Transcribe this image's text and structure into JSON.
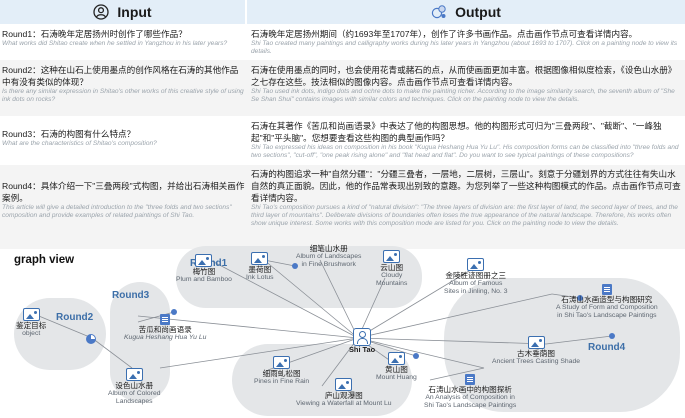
{
  "table": {
    "input_header": "Input",
    "output_header": "Output",
    "rows": [
      {
        "input_zh": "Round1：石涛晚年定居扬州时创作了哪些作品？",
        "input_en": "What works did Shitao create when he settled in Yangzhou in his later years?",
        "output_zh": "石涛晚年定居扬州期间（约1693年至1707年），创作了许多书画作品。点击画作节点可查看详情内容。",
        "output_en": "Shi Tao created many paintings and calligraphy works during his later years in Yangzhou (about 1693 to 1707). Click on a painting node to view its details."
      },
      {
        "input_zh": "Round2：这种在山石上使用墨点的创作风格在石涛的其他作品中有没有类似的体现？",
        "input_en": "Is there any similar expression in Shitao's other works of this creative style of using ink dots on rocks?",
        "output_zh": "石涛在使用墨点的同时，也会使用花青或赭石的点，从而使画面更加丰富。根据图像相似度检索，《设色山水册》之七存在这些。技法相似的图像内容。点击画作节点可查看详情内容。",
        "output_en": "Shi Tao used ink dots, indigo dots and ochre dots to make the painting richer. According to the image similarity search, the seventh album of \"She Se Shan Shui\" contains images with similar colors and techniques. Click on the painting node to view the details."
      },
      {
        "input_zh": "Round3：石涛的构图有什么特点？",
        "input_en": "What are the characteristics of Shitao's composition?",
        "output_zh": "石涛在其著作《苦瓜和尚画语录》中表达了他的构图思想。他的构图形式可归为\"三叠两段\"、\"截断\"、\"一峰独起\"和\"平头脑\"。您想要查看这些构图的典型画作吗？",
        "output_en": "Shi Tao expressed his ideas on composition in his book \"Kugua Heshang Hua Yu Lu\". His composition forms can be classified into \"three folds and two sections\", \"cut-off\", \"one peak rising alone\" and \"flat head and flat\". Do you want to see typical paintings of these compositions?"
      },
      {
        "input_zh": "Round4：具体介绍一下\"三叠两段\"式构图，并给出石涛相关画作案例。",
        "input_en": "This article will give a detailed introduction to the \"three folds and two sections\" composition and provide examples of related paintings of Shi Tao.",
        "output_zh": "石涛的构图追求一种\"自然分疆\"：\"分疆三叠者，一层地，二层树，三层山\"。刻意于分疆划界的方式往往有失山水自然的真正面貌。因此，他的作品常表现出别致的意趣。为您列举了一些这种构图模式的作品。点击画作节点可查看详情内容。",
        "output_en": "Shi Tao's composition pursues a kind of \"natural division\": \"The three layers of division are: the first layer of land, the second layer of trees, and the third layer of mountains\". Deliberate divisions of boundaries often loses the true appearance of the natural landscape. Therefore, his works often show unique interest. Some works with this composition mode are listed for you. Click on the painting node to view the details."
      }
    ]
  },
  "graph": {
    "title": "graph view",
    "rounds": [
      "Round1",
      "Round2",
      "Round3",
      "Round4"
    ],
    "center": "Shi Tao",
    "nodes": {
      "n1": {
        "zh": "鉴定目标",
        "en": "object"
      },
      "n2": {
        "zh": "苦瓜和尚画语录",
        "en": "Kugua Heshang Hua Yu Lu"
      },
      "n3": {
        "zh": "设色山水册",
        "en1": "Album of Colored",
        "en2": "Landscapes"
      },
      "n4": {
        "zh": "梅竹图",
        "en": "Plum and Bamboo"
      },
      "n5": {
        "zh": "墨荷图",
        "en": "Ink Lotus"
      },
      "n6": {
        "zh": "细笔山水册",
        "en1": "Album of Landscapes",
        "en2": "in Fine Brushwork"
      },
      "n7": {
        "zh": "云山图",
        "en1": "Cloudy",
        "en2": "Mountains"
      },
      "n8": {
        "zh": "细雨虬松图",
        "en": "Pines in Fine Rain"
      },
      "n9": {
        "zh": "庐山观瀑图",
        "en": "Viewing a Waterfall at Mount Lu"
      },
      "n10": {
        "zh": "黄山图",
        "en": "Mount Huang"
      },
      "n11": {
        "zh": "金陵胜迹图册之三",
        "en1": "Album of Famous",
        "en2": "Sites in Jinling, No. 3"
      },
      "n12": {
        "zh": "石涛山水画造型与构图研究",
        "en1": "A Study of Form and Composition",
        "en2": "in Shi Tao's Landscape Paintings"
      },
      "n13": {
        "zh": "古木垂荫图",
        "en": "Ancient Trees Casting Shade"
      },
      "n14": {
        "zh": "石涛山水画中的构图探析",
        "en1": "An Analysis of Composition in",
        "en2": "Shi Tao's Landscape Paintings"
      }
    }
  }
}
